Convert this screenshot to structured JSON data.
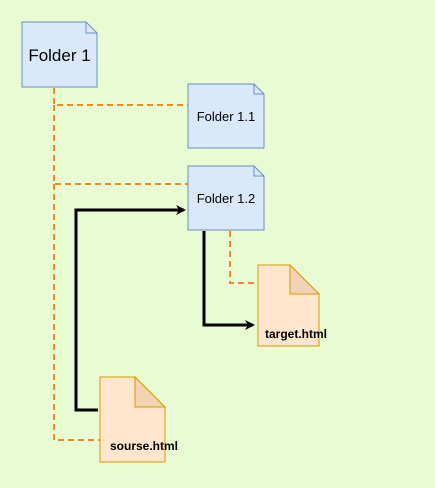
{
  "colors": {
    "background": "#e8fbd3",
    "folder_fill": "#dae8fc",
    "folder_stroke": "#6c8ebf",
    "file_fill": "#ffe6cc",
    "file_fold": "#f2d3b5",
    "file_stroke": "#d79b00",
    "tree_connector": "#f08a24",
    "arrow": "#000000"
  },
  "nodes": {
    "folder_1": {
      "label": "Folder 1",
      "kind": "folder"
    },
    "folder_1_1": {
      "label": "Folder 1.1",
      "kind": "folder"
    },
    "folder_1_2": {
      "label": "Folder 1.2",
      "kind": "folder"
    },
    "target": {
      "label": "target.html",
      "kind": "file"
    },
    "source": {
      "label": "sourse.html",
      "kind": "file"
    }
  },
  "edges": [
    {
      "from": "folder_1",
      "to": "folder_1_1",
      "style": "dashed"
    },
    {
      "from": "folder_1",
      "to": "folder_1_2",
      "style": "dashed"
    },
    {
      "from": "folder_1",
      "to": "source",
      "style": "dashed"
    },
    {
      "from": "folder_1_2",
      "to": "target",
      "style": "dashed"
    },
    {
      "from": "source",
      "to": "folder_1_2",
      "style": "arrow"
    },
    {
      "from": "folder_1_2",
      "to": "target",
      "style": "arrow"
    }
  ]
}
